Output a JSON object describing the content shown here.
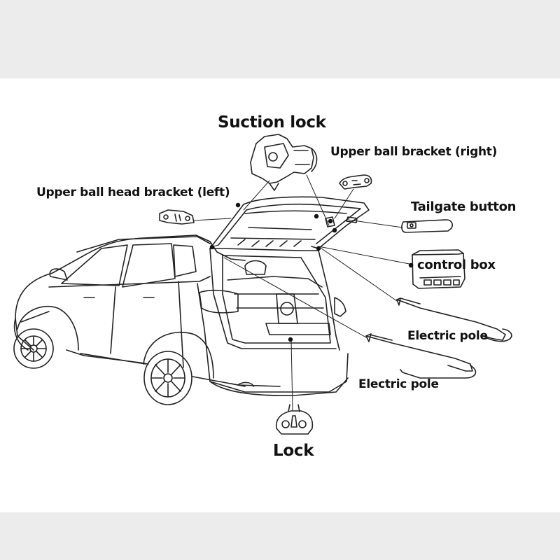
{
  "labels": {
    "suction_lock": "Suction lock",
    "upper_ball_bracket_right": "Upper ball bracket (right)",
    "upper_ball_head_bracket_left": "Upper ball head bracket (left)",
    "tailgate_button": "Tailgate button",
    "control_box": "control box",
    "electric_pole_1": "Electric pole",
    "electric_pole_2": "Electric pole",
    "lock": "Lock"
  },
  "colors": {
    "line": "#222222",
    "background": "#ffffff",
    "band": "#ececec"
  }
}
